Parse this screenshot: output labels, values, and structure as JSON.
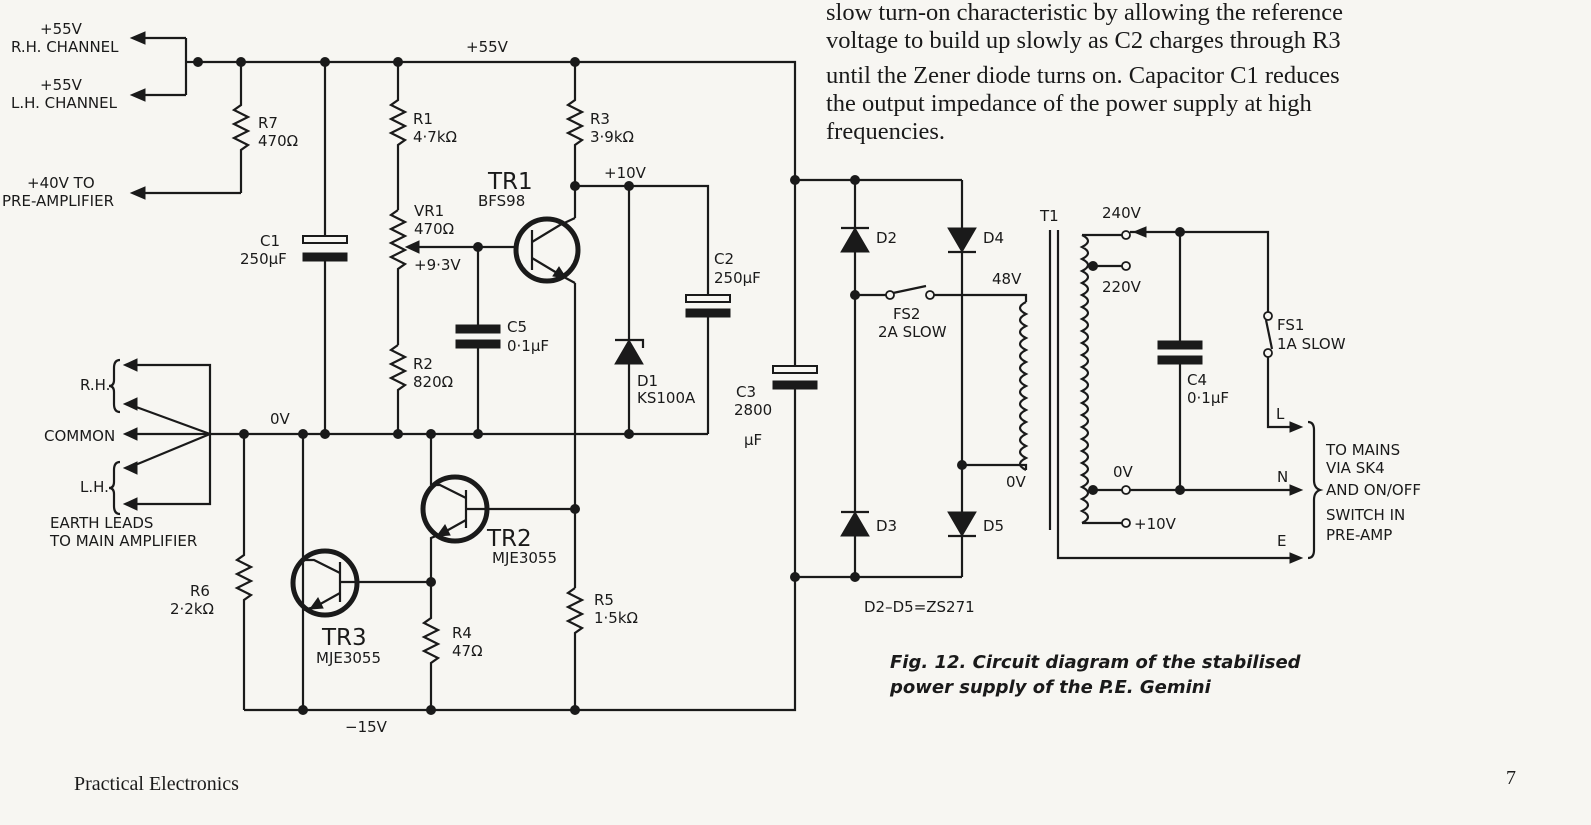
{
  "paragraph": {
    "lines": [
      "slow turn-on characteristic by allowing the reference",
      "voltage to build up slowly as C2 charges through R3",
      "until the Zener diode turns on.  Capacitor C1 reduces",
      "the output impedance of the power supply at high",
      "frequencies."
    ]
  },
  "caption": {
    "line1": "Fig. 12.   Circuit diagram of the stabilised",
    "line2": "power supply of the P.E. Gemini"
  },
  "footer": {
    "publication": "Practical Electronics",
    "page_number": "7"
  },
  "outputs": {
    "rh_v": "+55V",
    "rh_name": "R.H. CHANNEL",
    "lh_v": "+55V",
    "lh_name": "L.H. CHANNEL",
    "pre_v": "+40V TO",
    "pre_name": "PRE-AMPLIFIER"
  },
  "rails": {
    "top": "+55V",
    "zero": "0V",
    "neg": "−15V",
    "ten": "+10V",
    "vr1_tap": "+9·3V"
  },
  "earth": {
    "rh": "R.H.",
    "common": "COMMON",
    "lh": "L.H.",
    "leads1": "EARTH LEADS",
    "leads2": "TO MAIN AMPLIFIER"
  },
  "components": {
    "r7": {
      "name": "R7",
      "value": "470Ω"
    },
    "r1": {
      "name": "R1",
      "value": "4·7kΩ"
    },
    "vr1": {
      "name": "VR1",
      "value": "470Ω"
    },
    "r2": {
      "name": "R2",
      "value": "820Ω"
    },
    "r3": {
      "name": "R3",
      "value": "3·9kΩ"
    },
    "r4": {
      "name": "R4",
      "value": "47Ω"
    },
    "r5": {
      "name": "R5",
      "value": "1·5kΩ"
    },
    "r6": {
      "name": "R6",
      "value": "2·2kΩ"
    },
    "c1": {
      "name": "C1",
      "value": "250μF"
    },
    "c2": {
      "name": "C2",
      "value": "250μF"
    },
    "c3": {
      "name": "C3",
      "value": "2800",
      "unit": "μF"
    },
    "c4": {
      "name": "C4",
      "value": "0·1μF"
    },
    "c5": {
      "name": "C5",
      "value": "0·1μF"
    },
    "d1": {
      "name": "D1",
      "value": "KS100A"
    },
    "tr1": {
      "name": "TR1",
      "value": "BFS98"
    },
    "tr2": {
      "name": "TR2",
      "value": "MJE3055"
    },
    "tr3": {
      "name": "TR3",
      "value": "MJE3055"
    },
    "d2": "D2",
    "d3": "D3",
    "d4": "D4",
    "d5": "D5",
    "diodes": "D2–D5=ZS271",
    "fs2": {
      "name": "FS2",
      "value": "2A SLOW"
    },
    "fs1": {
      "name": "FS1",
      "value": "1A SLOW"
    },
    "t1": "T1"
  },
  "transformer": {
    "sec_v": "48V",
    "sec_0": "0V",
    "tap240": "240V",
    "tap220": "220V",
    "tap0": "0V",
    "tap10": "+10V"
  },
  "mains": {
    "l": "L",
    "n": "N",
    "e": "E",
    "m1": "TO MAINS",
    "m2": "VIA SK4",
    "m3": "AND ON/OFF",
    "m4": "SWITCH IN",
    "m5": "PRE-AMP"
  }
}
